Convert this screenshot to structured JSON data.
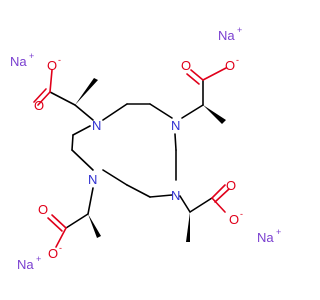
{
  "colors": {
    "bond": "#000000",
    "oxygen": "#e0001a",
    "nitrogen": "#3030d0",
    "sodium": "#7a3fd0"
  },
  "atoms": {
    "sodium_symbol": "Na",
    "sodium_charge": "+",
    "oxygen_symbol": "O",
    "nitrogen_symbol": "N",
    "oxide_charge": "-"
  }
}
